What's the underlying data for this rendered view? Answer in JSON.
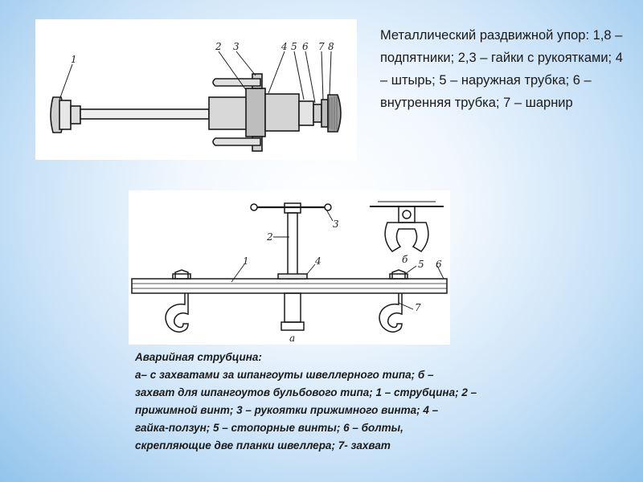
{
  "figure1": {
    "caption": "Металлический раздвижной упор: 1,8 – подпятники; 2,3 – гайки с рукоятками; 4 – штырь; 5 – наружная трубка; 6 – внутренняя трубка; 7 – шарнир",
    "labels": [
      "1",
      "2",
      "3",
      "4",
      "5",
      "6",
      "7",
      "8"
    ]
  },
  "figure2": {
    "caption_lines": [
      "Аварийная струбцина:",
      "а– с захватами за шпангоуты швеллерного типа; б –",
      "захват для шпангоутов бульбового типа; 1 – струбцина; 2 –",
      "прижимной винт; 3 – рукоятки прижимного винта; 4 –",
      "гайка-ползун; 5 – стопорные винты; 6 – болты,",
      "скрепляющие две планки швеллера; 7- захват"
    ],
    "labels": [
      "1",
      "2",
      "3",
      "4",
      "5",
      "6",
      "7"
    ],
    "sub_labels": [
      "а",
      "б"
    ]
  }
}
